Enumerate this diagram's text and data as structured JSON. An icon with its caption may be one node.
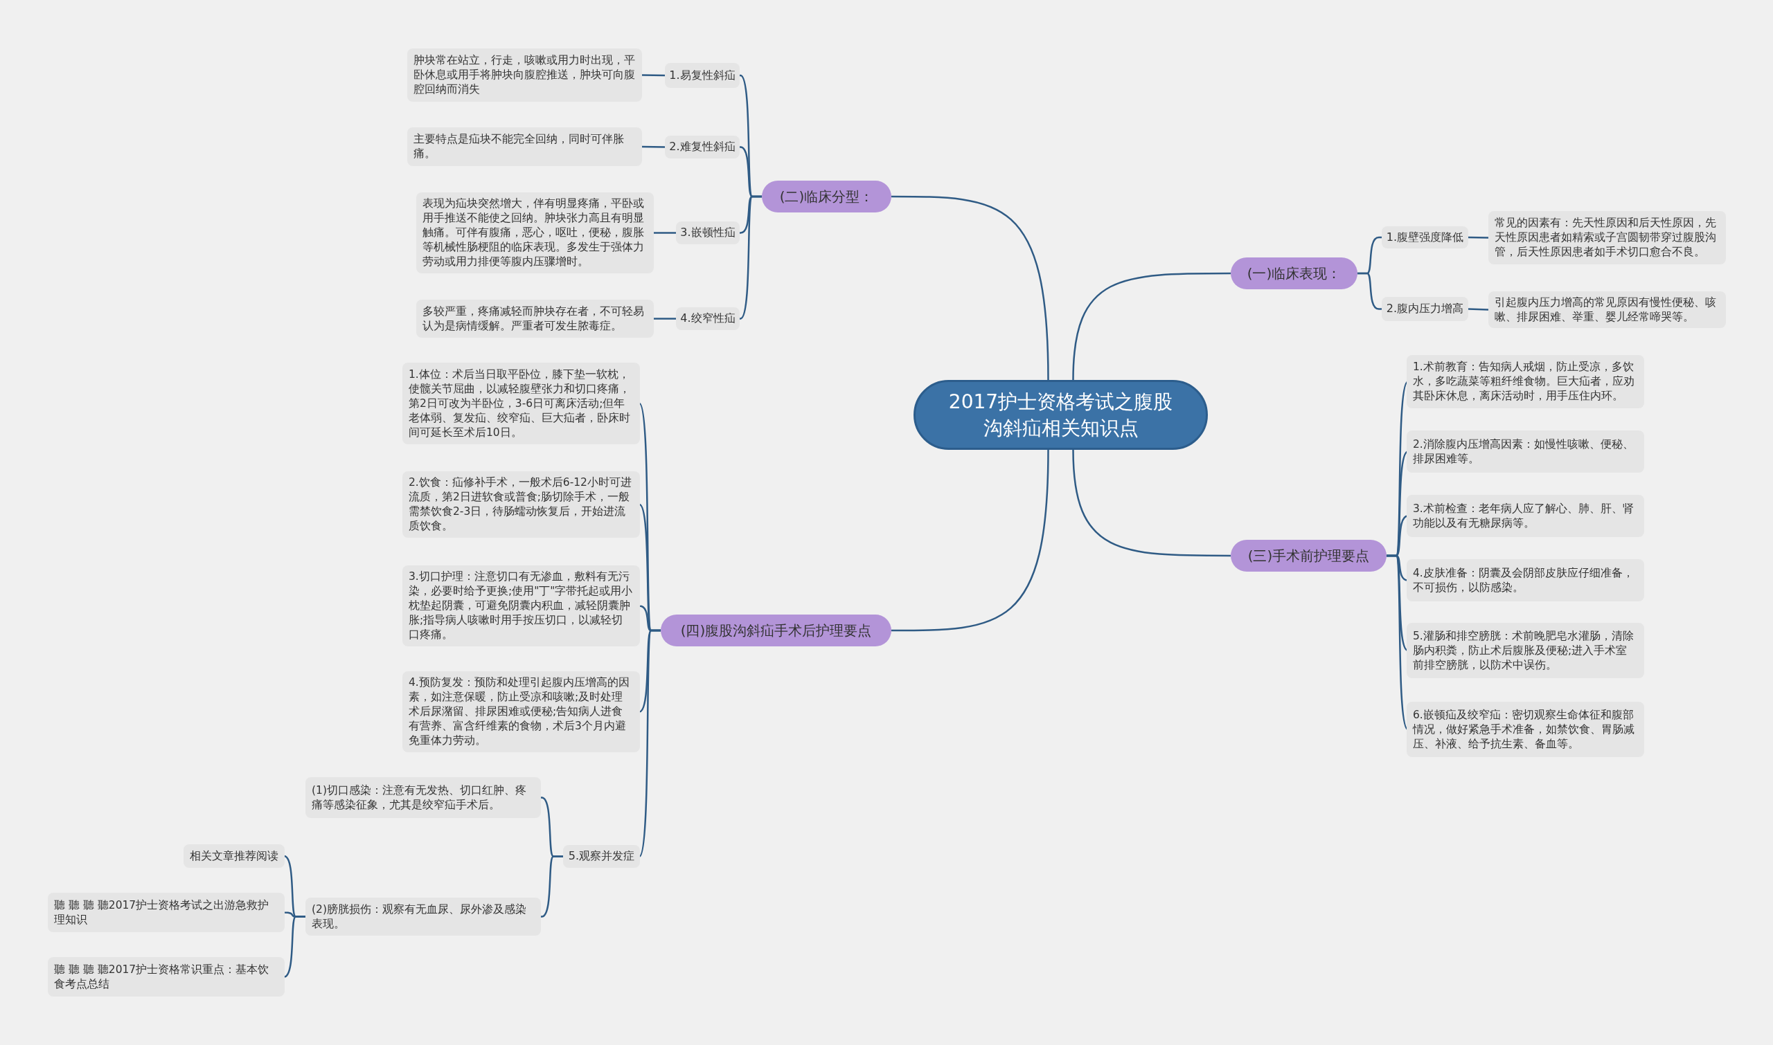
{
  "diagram": {
    "nodes": [
      {
        "text": [
          "2017护士资格考试之腹股沟斜疝相关知识点"
        ]
      },
      {
        "text": [
          "(二)临床分型："
        ]
      },
      {
        "text": [
          "1.易复性斜疝"
        ]
      },
      {
        "text": [
          "肿块常在站立，行走，咳嗽或用力时出现，平卧休息或用手将肿块向腹腔推送，肿块可向腹腔回纳而消失"
        ]
      },
      {
        "text": [
          "2.难复性斜疝"
        ]
      },
      {
        "text": [
          "主要特点是疝块不能完全回纳，同时可伴胀痛。"
        ]
      },
      {
        "text": [
          "3.嵌顿性疝"
        ]
      },
      {
        "text": [
          "表现为疝块突然增大，伴有明显疼痛，平卧或用手推送不能使之回纳。肿块张力高且有明显触痛。可伴有腹痛，恶心，呕吐，便秘，腹胀等机械性肠梗阻的临床表现。多发生于强体力劳动或用力排便等腹内压骤增时。"
        ]
      },
      {
        "text": [
          "4.绞窄性疝"
        ]
      },
      {
        "text": [
          "多较严重，疼痛减轻而肿块存在者，不可轻易认为是病情缓解。严重者可发生脓毒症。"
        ]
      },
      {
        "text": [
          "(四)腹股沟斜疝手术后护理要点"
        ]
      },
      {
        "text": [
          "1.体位：术后当日取平卧位，膝下垫一软枕，使髋关节屈曲，以减轻腹壁张力和切口疼痛，第2日可改为半卧位，3-6日可离床活动;但年老体弱、复发疝、绞窄疝、巨大疝者，卧床时间可延长至术后10日。"
        ]
      },
      {
        "text": [
          "2.饮食：疝修补手术，一般术后6-12小时可进流质，第2日进软食或普食;肠切除手术，一般需禁饮食2-3日，待肠蠕动恢复后，开始进流质饮食。"
        ]
      },
      {
        "text": [
          "3.切口护理：注意切口有无渗血，敷料有无污染，必要时给予更换;使用\"丁\"字带托起或用小枕垫起阴囊，可避免阴囊内积血，减轻阴囊肿胀;指导病人咳嗽时用手按压切口，以减轻切口疼痛。"
        ]
      },
      {
        "text": [
          "4.预防复发：预防和处理引起腹内压增高的因素，如注意保暖，防止受凉和咳嗽;及时处理术后尿潴留、排尿困难或便秘;告知病人进食有营养、富含纤维素的食物，术后3个月内避免重体力劳动。"
        ]
      },
      {
        "text": [
          "5.观察并发症"
        ]
      },
      {
        "text": [
          "(1)切口感染：注意有无发热、切口红肿、疼痛等感染征象，尤其是绞窄疝手术后。"
        ]
      },
      {
        "text": [
          "(2)膀胱损伤：观察有无血尿、尿外渗及感染表现。"
        ]
      },
      {
        "text": [
          "相关文章推荐阅读"
        ]
      },
      {
        "text": [
          "聽 聽 聽 聽2017护士资格考试之出游急救护理知识"
        ]
      },
      {
        "text": [
          "聽 聽 聽 聽2017护士资格常识重点：基本饮食考点总结"
        ]
      },
      {
        "text": [
          "(一)临床表现："
        ]
      },
      {
        "text": [
          "1.腹壁强度降低"
        ]
      },
      {
        "text": [
          "常见的因素有：先天性原因和后天性原因，先天性原因患者如精索或子宫圆韧带穿过腹股沟管，后天性原因患者如手术切口愈合不良。"
        ]
      },
      {
        "text": [
          "2.腹内压力增高"
        ]
      },
      {
        "text": [
          "引起腹内压力增高的常见原因有慢性便秘、咳嗽、排尿困难、举重、婴儿经常啼哭等。"
        ]
      },
      {
        "text": [
          "(三)手术前护理要点"
        ]
      },
      {
        "text": [
          "1.术前教育：告知病人戒烟，防止受凉，多饮水，多吃蔬菜等粗纤维食物。巨大疝者，应劝其卧床休息，离床活动时，用手压住内环。"
        ]
      },
      {
        "text": [
          "2.消除腹内压增高因素：如慢性咳嗽、便秘、排尿困难等。"
        ]
      },
      {
        "text": [
          "3.术前检查：老年病人应了解心、肺、肝、肾功能以及有无糖尿病等。"
        ]
      },
      {
        "text": [
          "4.皮肤准备：阴囊及会阴部皮肤应仔细准备，不可损伤，以防感染。"
        ]
      },
      {
        "text": [
          "5.灌肠和排空膀胱：术前晚肥皂水灌肠，清除肠内积粪，防止术后腹胀及便秘;进入手术室前排空膀胱，以防术中误伤。"
        ]
      },
      {
        "text": [
          "6.嵌顿疝及绞窄疝：密切观察生命体征和腹部情况，做好紧急手术准备，如禁饮食、胃肠减压、补液、给予抗生素、备血等。"
        ]
      }
    ],
    "edges": [
      {
        "from": 0,
        "to": 1,
        "arrow": "none"
      },
      {
        "from": 1,
        "to": 2,
        "arrow": "none"
      },
      {
        "from": 2,
        "to": 3,
        "arrow": "none"
      },
      {
        "from": 1,
        "to": 4,
        "arrow": "none"
      },
      {
        "from": 4,
        "to": 5,
        "arrow": "none"
      },
      {
        "from": 1,
        "to": 6,
        "arrow": "none"
      },
      {
        "from": 6,
        "to": 7,
        "arrow": "none"
      },
      {
        "from": 1,
        "to": 8,
        "arrow": "none"
      },
      {
        "from": 8,
        "to": 9,
        "arrow": "none"
      },
      {
        "from": 0,
        "to": 10,
        "arrow": "none"
      },
      {
        "from": 10,
        "to": 11,
        "arrow": "none"
      },
      {
        "from": 10,
        "to": 12,
        "arrow": "none"
      },
      {
        "from": 10,
        "to": 13,
        "arrow": "none"
      },
      {
        "from": 10,
        "to": 14,
        "arrow": "none"
      },
      {
        "from": 10,
        "to": 15,
        "arrow": "none"
      },
      {
        "from": 15,
        "to": 16,
        "arrow": "none"
      },
      {
        "from": 15,
        "to": 17,
        "arrow": "none"
      },
      {
        "from": 17,
        "to": 18,
        "arrow": "none"
      },
      {
        "from": 17,
        "to": 19,
        "arrow": "none"
      },
      {
        "from": 17,
        "to": 20,
        "arrow": "none"
      },
      {
        "from": 0,
        "to": 21,
        "arrow": "none"
      },
      {
        "from": 21,
        "to": 22,
        "arrow": "none"
      },
      {
        "from": 22,
        "to": 23,
        "arrow": "none"
      },
      {
        "from": 21,
        "to": 24,
        "arrow": "none"
      },
      {
        "from": 24,
        "to": 25,
        "arrow": "none"
      },
      {
        "from": 0,
        "to": 26,
        "arrow": "none"
      },
      {
        "from": 26,
        "to": 27,
        "arrow": "none"
      },
      {
        "from": 26,
        "to": 28,
        "arrow": "none"
      },
      {
        "from": 26,
        "to": 29,
        "arrow": "none"
      },
      {
        "from": 26,
        "to": 30,
        "arrow": "none"
      },
      {
        "from": 26,
        "to": 31,
        "arrow": "none"
      },
      {
        "from": 26,
        "to": 32,
        "arrow": "none"
      }
    ]
  }
}
